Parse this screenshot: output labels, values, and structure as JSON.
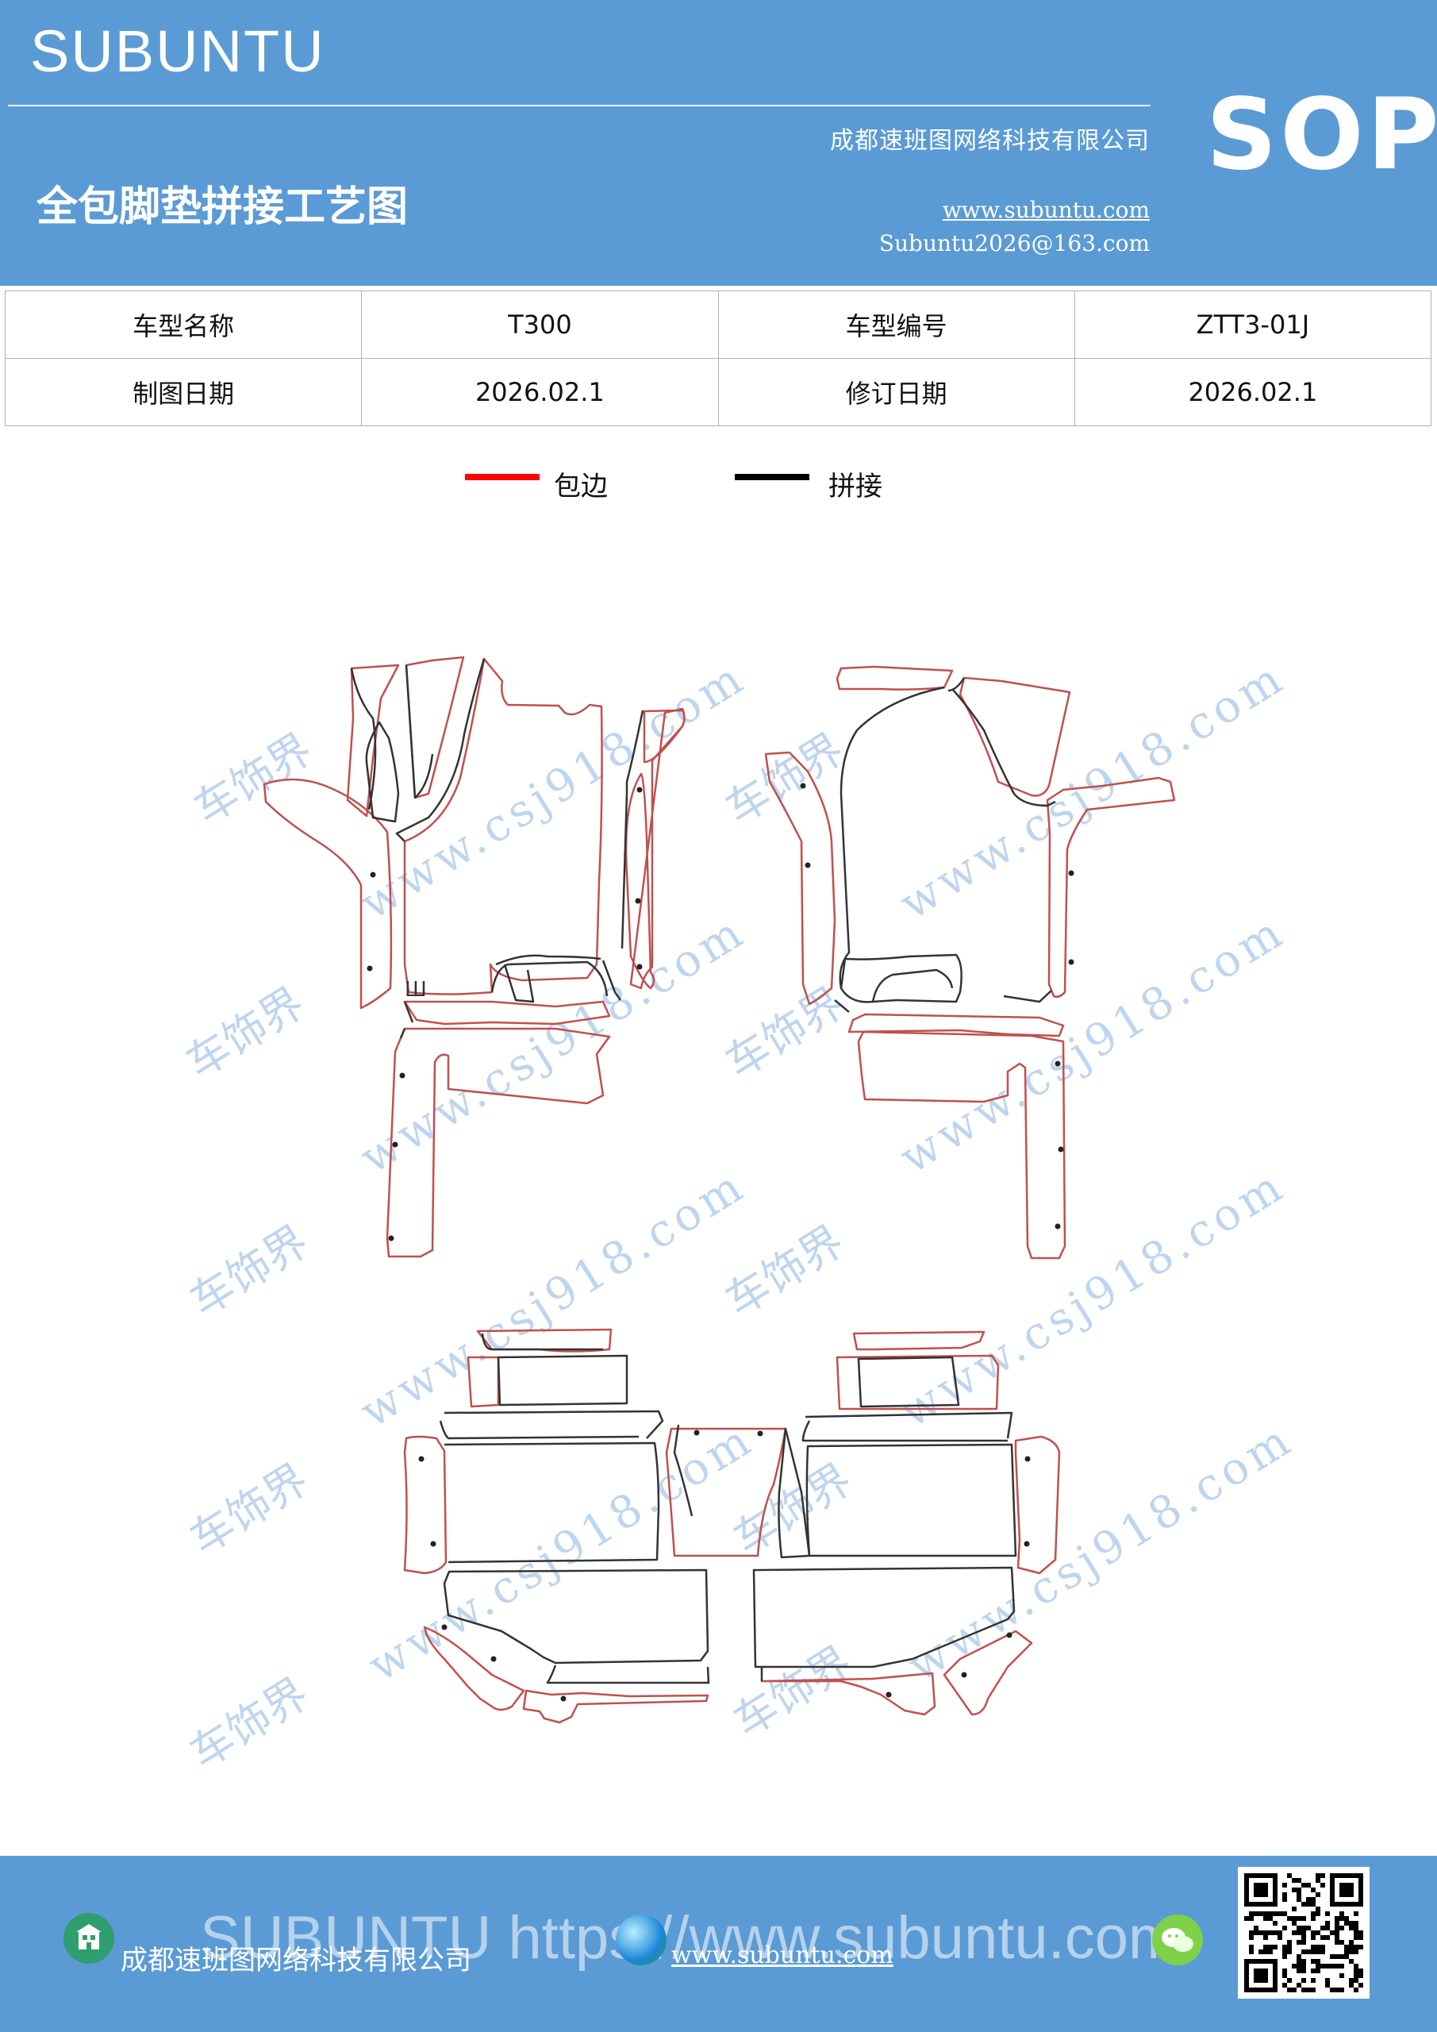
{
  "header": {
    "brand": "SUBUNTU",
    "company": "成都速班图网络科技有限公司",
    "title": "全包脚垫拼接工艺图",
    "website": "www.subuntu.com",
    "email": "Subuntu2026@163.com",
    "sop": "SOP"
  },
  "info_table": {
    "rows": [
      [
        "车型名称",
        "T300",
        "车型编号",
        "ZTT3-01J"
      ],
      [
        "制图日期",
        "2026.02.1",
        "修订日期",
        "2026.02.1"
      ]
    ]
  },
  "legend": {
    "items": [
      {
        "label": "包边",
        "color": "#ff0000"
      },
      {
        "label": "拼接",
        "color": "#000000"
      }
    ]
  },
  "diagram": {
    "watermark": "www.csj918.com",
    "watermark_cn": "车饰界",
    "edge_color": "#c0504d",
    "seam_color": "#333333",
    "annotation": "Ш"
  },
  "footer": {
    "company": "成都速班图网络科技有限公司",
    "website": "www.subuntu.com",
    "overlay": "SUBUNTU https://www.subuntu.com"
  },
  "colors": {
    "header_bg": "#5b9bd5",
    "footer_bg": "#5b9bd5"
  }
}
